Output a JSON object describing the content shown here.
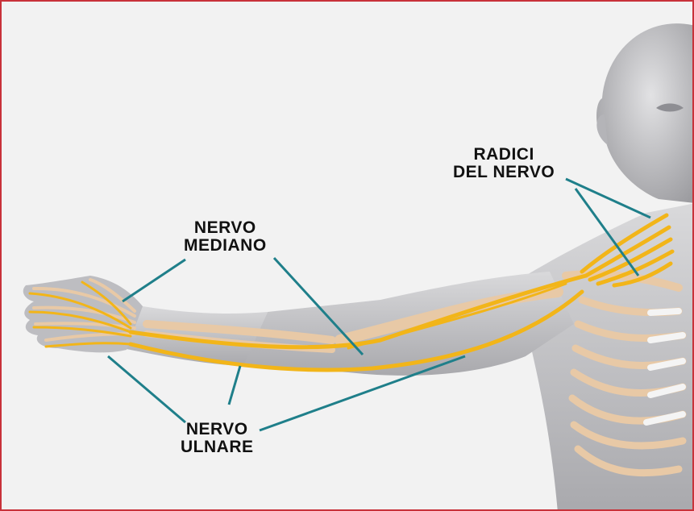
{
  "colors": {
    "border": "#c8323a",
    "nerve": "#f2b519",
    "leader_line": "#1f7f8a",
    "skin": "#c9c9cb",
    "bone": "#e8c9a6",
    "background": "#f2f2f2"
  },
  "labels": {
    "roots": [
      "RADICI",
      "DEL NERVO"
    ],
    "median": [
      "NERVO",
      "MEDIANO"
    ],
    "ulnar": [
      "NERVO",
      "ULNARE"
    ]
  }
}
